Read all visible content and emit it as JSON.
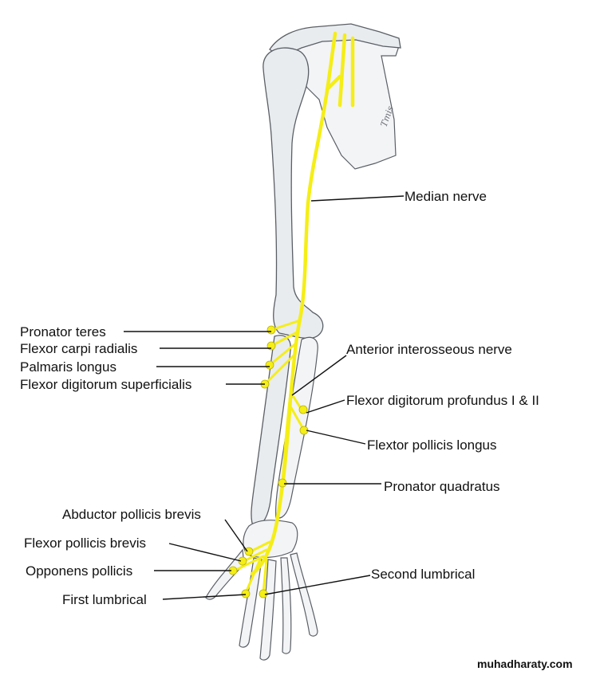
{
  "labels": {
    "median_nerve": "Median nerve",
    "pronator_teres": "Pronator teres",
    "flexor_carpi_radialis": "Flexor carpi radialis",
    "palmaris_longus": "Palmaris longus",
    "flexor_digitorum_superficialis": "Flexor digitorum superficialis",
    "anterior_interosseous_nerve": "Anterior interosseous nerve",
    "flexor_digitorum_profundus": "Flexor digitorum profundus I & II",
    "flexor_pollicis_longus": "Flextor pollicis longus",
    "pronator_quadratus": "Pronator quadratus",
    "abductor_pollicis_brevis": "Abductor pollicis brevis",
    "flexor_pollicis_brevis": "Flexor pollicis brevis",
    "opponens_pollicis": "Opponens pollicis",
    "first_lumbrical": "First lumbrical",
    "second_lumbrical": "Second lumbrical"
  },
  "artist_signature": "Tmis",
  "watermark": "muhadharaty.com",
  "colors": {
    "nerve": "#f5ee17",
    "bone_fill": "#e9ecef",
    "bone_outline": "#5a5f66",
    "text": "#111111"
  }
}
